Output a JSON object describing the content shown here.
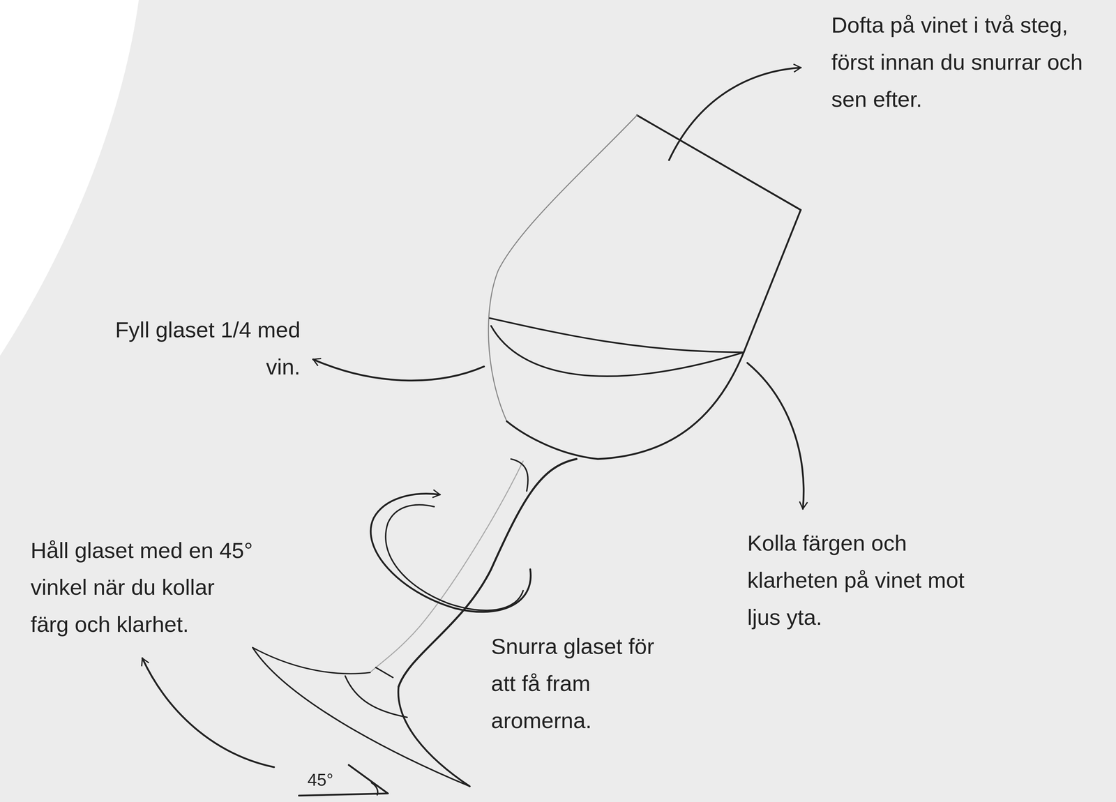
{
  "diagram": {
    "labels": [
      "Dofta på vinet i två steg, först innan du snurrar och sen efter.",
      "Fyll glaset 1/4 med vin.",
      "Kolla färgen och klarheten på vinet mot ljus yta.",
      "Håll glaset med en 45° vinkel när du kollar färg och klarhet.",
      "Snurra glaset för att få fram aromerna.",
      "45°"
    ]
  }
}
